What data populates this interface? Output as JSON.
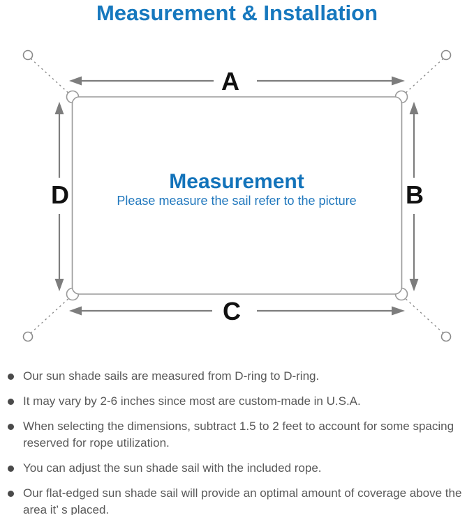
{
  "page_title": "Measurement & Installation",
  "diagram": {
    "labels": {
      "top": "A",
      "right": "B",
      "bottom": "C",
      "left": "D"
    },
    "center": {
      "heading": "Measurement",
      "subheading": "Please measure the sail refer to the picture"
    }
  },
  "notes": [
    "Our sun shade sails are measured from D-ring to D-ring.",
    "It may vary by 2-6 inches since most are custom-made in U.S.A.",
    "When selecting the dimensions, subtract 1.5 to 2 feet to account for some spacing reserved for rope utilization.",
    "You can adjust the sun shade sail with the included rope.",
    "Our flat-edged sun shade sail will provide an optimal amount of coverage above the area it’ s placed."
  ],
  "colors": {
    "title_blue": "#1678be",
    "center_heading_blue": "#1373ba",
    "center_subheading_blue": "#1f77bd",
    "dimension_label_black": "#111111",
    "arrow_gray": "#7d7d7d",
    "sail_outline_gray": "#9a9a9a",
    "ring_gray": "#8a8a8a",
    "note_text_gray": "#595959",
    "note_bullet_gray": "#4a4a4a"
  }
}
